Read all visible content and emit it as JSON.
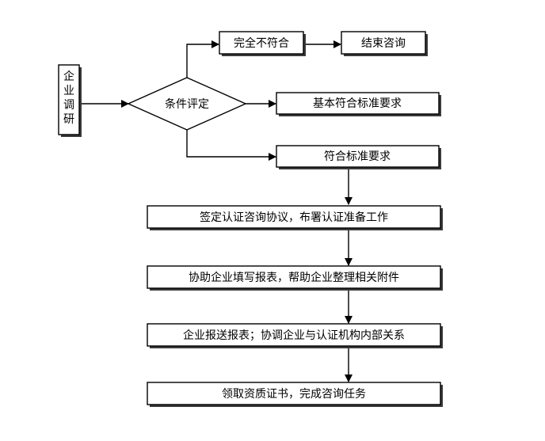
{
  "flowchart": {
    "survey": "企业调研",
    "evaluation": "条件评定",
    "not_conform": "完全不符合",
    "end_consult": "结束咨询",
    "basic_conform": "基本符合标准要求",
    "conform": "符合标准要求",
    "step1": "签定认证咨询协议，布署认证准备工作",
    "step2": "协助企业填写报表，帮助企业整理相关附件",
    "step3": "企业报送报表；协调企业与认证机构内部关系",
    "step4": "领取资质证书，完成咨询任务"
  }
}
